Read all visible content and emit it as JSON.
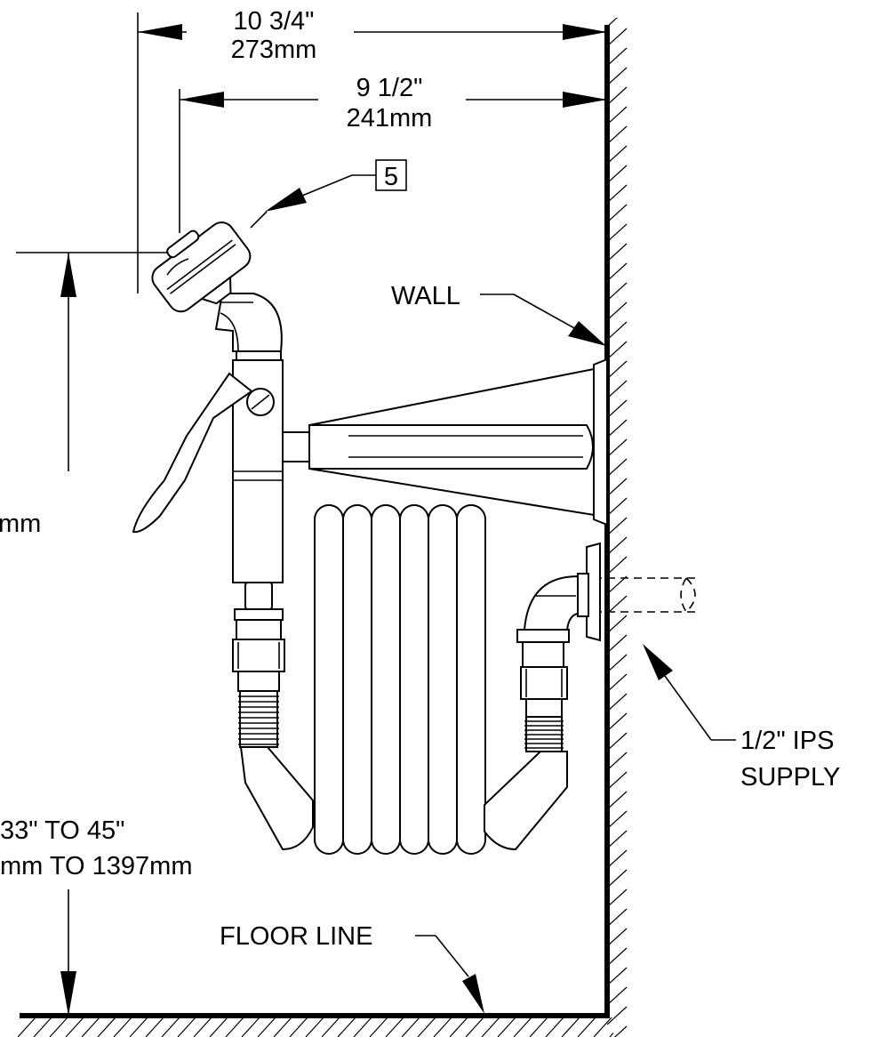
{
  "dimensions": {
    "overall_width": {
      "imperial": "10 3/4\"",
      "metric": "273mm"
    },
    "nozzle_width": {
      "imperial": "9 1/2\"",
      "metric": "241mm"
    },
    "height_label": "mm",
    "height_range": {
      "imperial": "33\" TO 45\"",
      "metric": "mm TO 1397mm"
    }
  },
  "callouts": {
    "item_number": "5",
    "wall": "WALL",
    "supply_line1": "1/2\" IPS",
    "supply_line2": "SUPPLY",
    "floor": "FLOOR LINE"
  }
}
